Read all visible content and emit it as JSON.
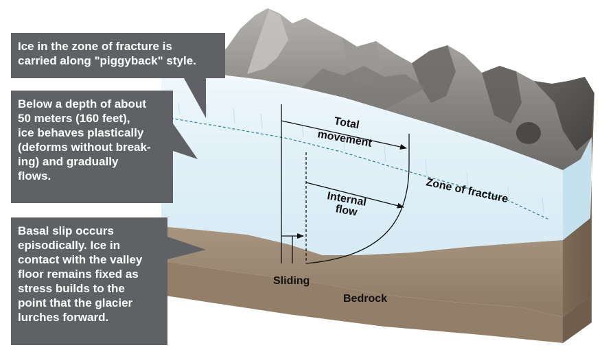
{
  "callouts": {
    "piggyback": [
      "Ice in the zone of fracture is",
      "carried along \"piggyback\" style."
    ],
    "plastic": [
      "Below a depth of about",
      "50 meters (160 feet),",
      "ice behaves plastically",
      "(deforms without break-",
      "ing) and gradually",
      "flows."
    ],
    "basal": [
      "Basal slip occurs",
      "episodically. Ice in",
      "contact with the valley",
      "floor remains fixed as",
      "stress builds to the",
      "point that the glacier",
      "lurches forward."
    ]
  },
  "labels": {
    "total_movement": [
      "Total",
      "movement"
    ],
    "internal_flow": [
      "Internal",
      "flow"
    ],
    "zone_of_fracture": "Zone of fracture",
    "sliding": "Sliding",
    "bedrock": "Bedrock"
  },
  "colors": {
    "callout_bg": "#5f6164",
    "callout_text": "#ffffff",
    "ice": "#dff0f8",
    "bedrock": "#9d8a74",
    "mountain": "#8c8c8a"
  }
}
